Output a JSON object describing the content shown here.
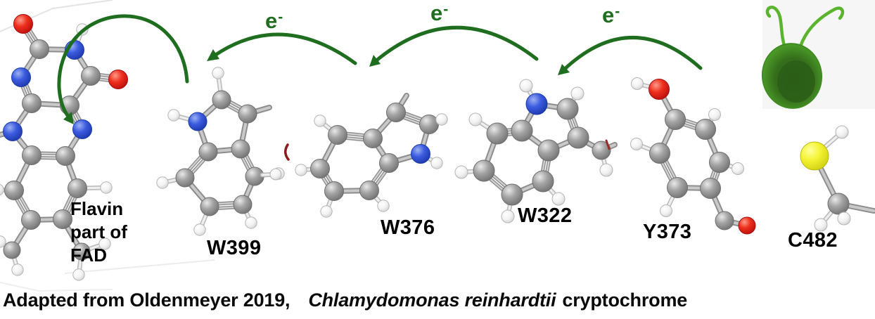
{
  "labels": {
    "flavin": "Flavin\npart of\nFAD",
    "residues": {
      "w399": "W399",
      "w376": "W376",
      "w322": "W322",
      "y373": "Y373",
      "c482": "C482"
    },
    "electron": {
      "base": "e",
      "sup": "-"
    }
  },
  "caption": {
    "attribution": "Adapted from Oldenmeyer 2019,",
    "species": "Chlamydomonas reinhardtii",
    "suffix": "cryptochrome"
  },
  "colors": {
    "arrow_green": "#1f6e1f",
    "label_black": "#000000",
    "carbon_gray": "#8d8d8d",
    "nitrogen_blue": "#2e4fd4",
    "oxygen_red": "#dd1414",
    "hydrogen_white": "#f2f2f2",
    "sulfur_yellow": "#e9e92c",
    "cell_green": "#58b32c",
    "cell_bg": "#f6f6f6"
  }
}
